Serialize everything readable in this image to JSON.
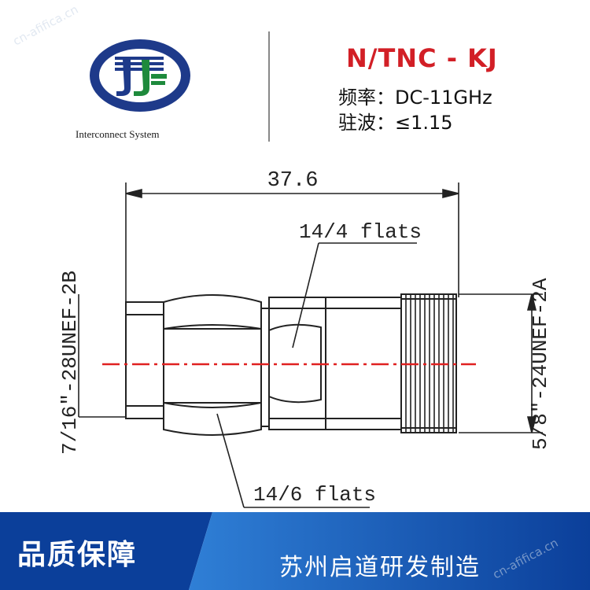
{
  "logo": {
    "caption": "Interconnect System"
  },
  "product": {
    "title": "N/TNC - KJ",
    "frequency": "频率：DC-11GHz",
    "vswr": "驻波：≤1.15"
  },
  "drawing": {
    "overall_length": "37.6",
    "flats_top": "14/4 flats",
    "flats_bottom": "14/6 flats",
    "thread_left": "7/16\"-28UNEF-2B",
    "thread_right": "5/8\"-24UNEF-2A"
  },
  "footer": {
    "badge": "品质保障",
    "maker": "苏州启道研发制造"
  },
  "watermarks": [
    "cn-afifica.cn",
    "cn-afifica.cn"
  ],
  "colors": {
    "brand_red": "#d21f26",
    "brand_navy": "#1e3a8a",
    "brand_green": "#1e8a3c",
    "footer_dark": "#0b3f9a",
    "footer_light": "#2f7fd6",
    "centerline": "#e02020"
  }
}
